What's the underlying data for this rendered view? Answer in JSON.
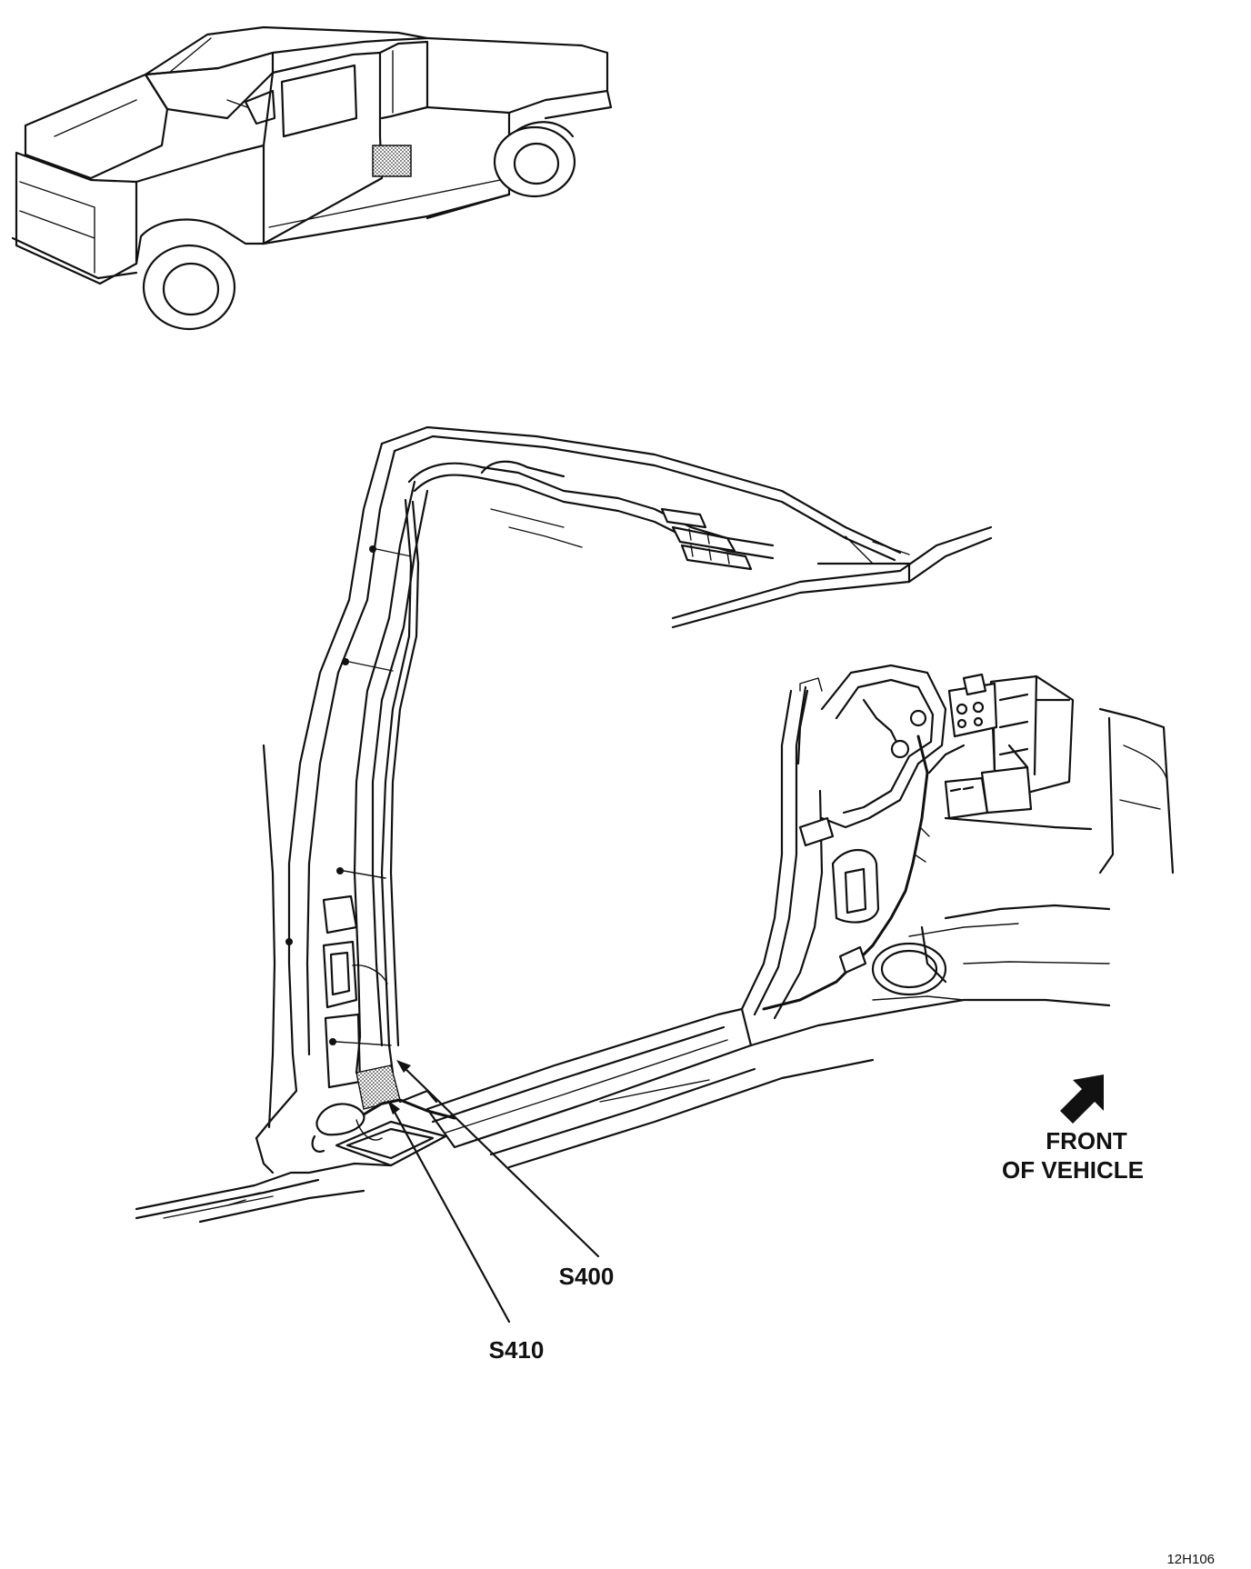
{
  "labels": {
    "splice_upper": "S400",
    "splice_lower": "S410",
    "front_line1": "FRONT",
    "front_line2": "OF VEHICLE",
    "figure_id": "12H106"
  }
}
